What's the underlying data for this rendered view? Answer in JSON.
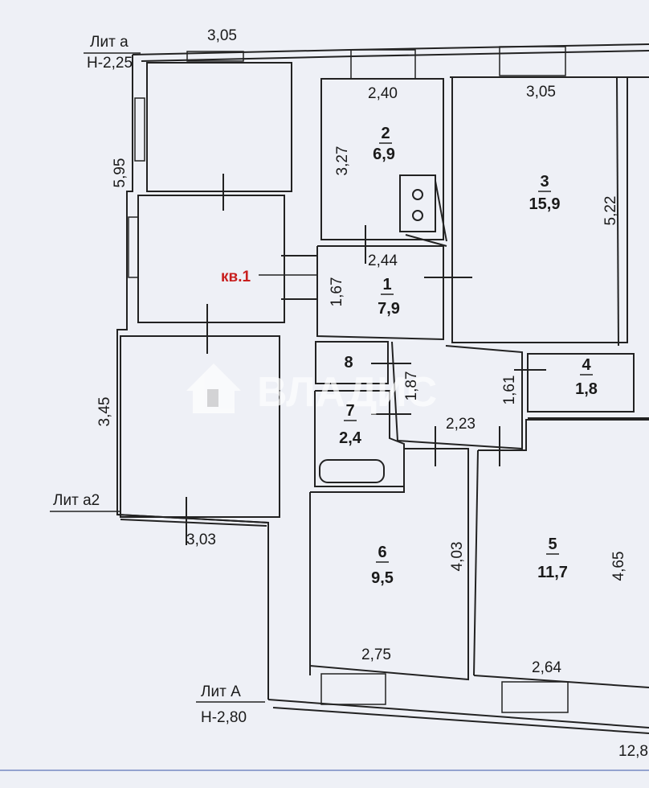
{
  "title": {
    "lit_a": "Лит а",
    "h_a": "Н-2,25",
    "lit_a2": "Лит а2",
    "lit_A": "Лит А",
    "h_A": "Н-2,80"
  },
  "apartment_label": "кв.1",
  "rooms": [
    {
      "num": "1",
      "area": "7,9"
    },
    {
      "num": "2",
      "area": "6,9"
    },
    {
      "num": "3",
      "area": "15,9"
    },
    {
      "num": "4",
      "area": "1,8"
    },
    {
      "num": "5",
      "area": "11,7"
    },
    {
      "num": "6",
      "area": "9,5"
    },
    {
      "num": "7",
      "area": "2,4"
    },
    {
      "num": "8",
      "area": ""
    }
  ],
  "dimensions": {
    "d_305_top": "3,05",
    "d_595": "5,95",
    "d_345": "3,45",
    "d_303": "3,03",
    "d_240": "2,40",
    "d_327": "3,27",
    "d_244": "2,44",
    "d_167": "1,67",
    "d_305_room3": "3,05",
    "d_522": "5,22",
    "d_187": "1,87",
    "d_223": "2,23",
    "d_161": "1,61",
    "d_403": "4,03",
    "d_275": "2,75",
    "d_465": "4,65",
    "d_264": "2,64",
    "d_1280": "12,8"
  },
  "watermark": {
    "text": "ВЛАДИС",
    "icon": "house-logo-icon"
  }
}
